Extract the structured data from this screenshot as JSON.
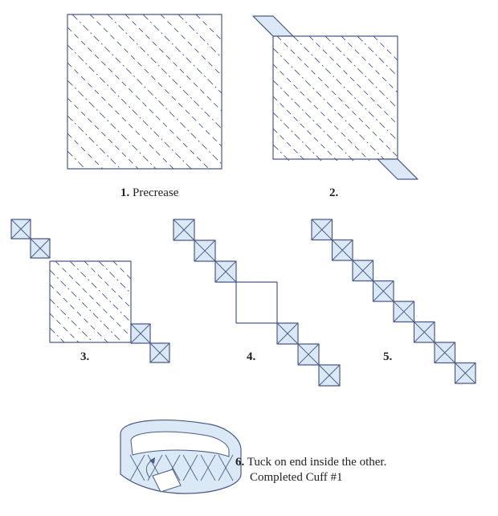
{
  "colors": {
    "outline": "#4a5a86",
    "fill": "#dbe9f7",
    "crease": "#4a5a86",
    "text": "#222222"
  },
  "steps": [
    {
      "number": "1.",
      "text": "Precrease"
    },
    {
      "number": "2.",
      "text": ""
    },
    {
      "number": "3.",
      "text": ""
    },
    {
      "number": "4.",
      "text": ""
    },
    {
      "number": "5.",
      "text": ""
    },
    {
      "number": "6.",
      "text": "Tuck on end inside the other.",
      "text2": "Completed Cuff #1"
    }
  ]
}
